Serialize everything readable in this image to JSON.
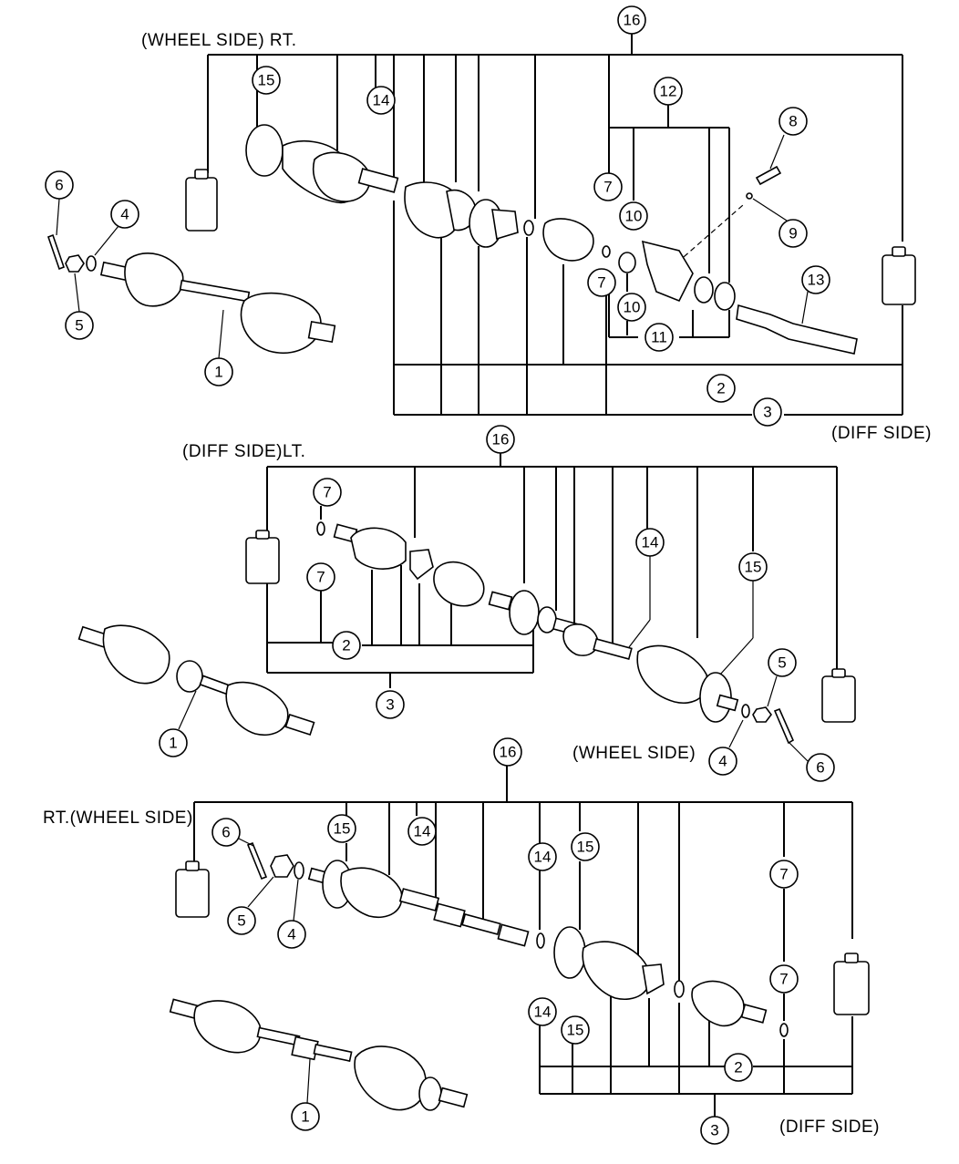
{
  "sections": {
    "top": {
      "side_label": "(WHEEL SIDE) RT.",
      "bottom_label": "(DIFF SIDE)"
    },
    "middle": {
      "side_label": "(DIFF SIDE)LT.",
      "bottom_label": "(WHEEL SIDE)"
    },
    "bottom": {
      "side_label": "RT.(WHEEL SIDE)",
      "bottom_label": "(DIFF SIDE)"
    }
  },
  "callouts": {
    "c1": "1",
    "c2": "2",
    "c3": "3",
    "c4": "4",
    "c5": "5",
    "c6": "6",
    "c7": "7",
    "c8": "8",
    "c9": "9",
    "c10": "10",
    "c11": "11",
    "c12": "12",
    "c13": "13",
    "c14": "14",
    "c15": "15",
    "c16": "16"
  }
}
